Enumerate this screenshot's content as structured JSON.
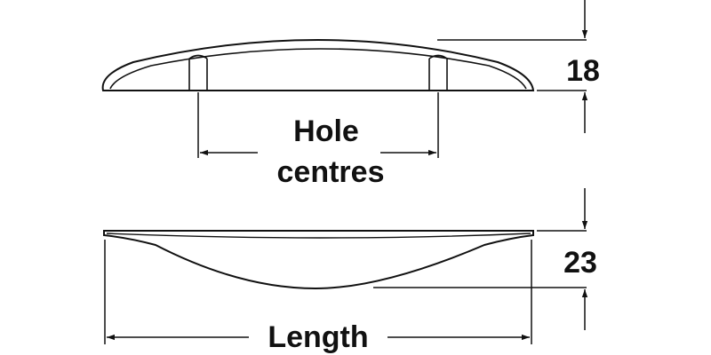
{
  "colors": {
    "line": "#111111",
    "background": "#ffffff"
  },
  "labels": {
    "hole_line1": "Hole",
    "hole_line2": "centres",
    "length": "Length",
    "height_side": "18",
    "depth": "23"
  }
}
